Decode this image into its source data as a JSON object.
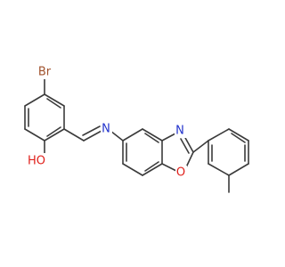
{
  "molecule": {
    "atom_labels": {
      "bromine": "Br",
      "hydroxyl": "HO",
      "imine_nitrogen": "N",
      "oxazole_nitrogen": "N",
      "oxazole_oxygen": "O"
    },
    "colors": {
      "bond": "#3b3b3b",
      "bromine": "#a0522d",
      "oxygen": "#e0201b",
      "nitrogen": "#2233cc"
    }
  }
}
